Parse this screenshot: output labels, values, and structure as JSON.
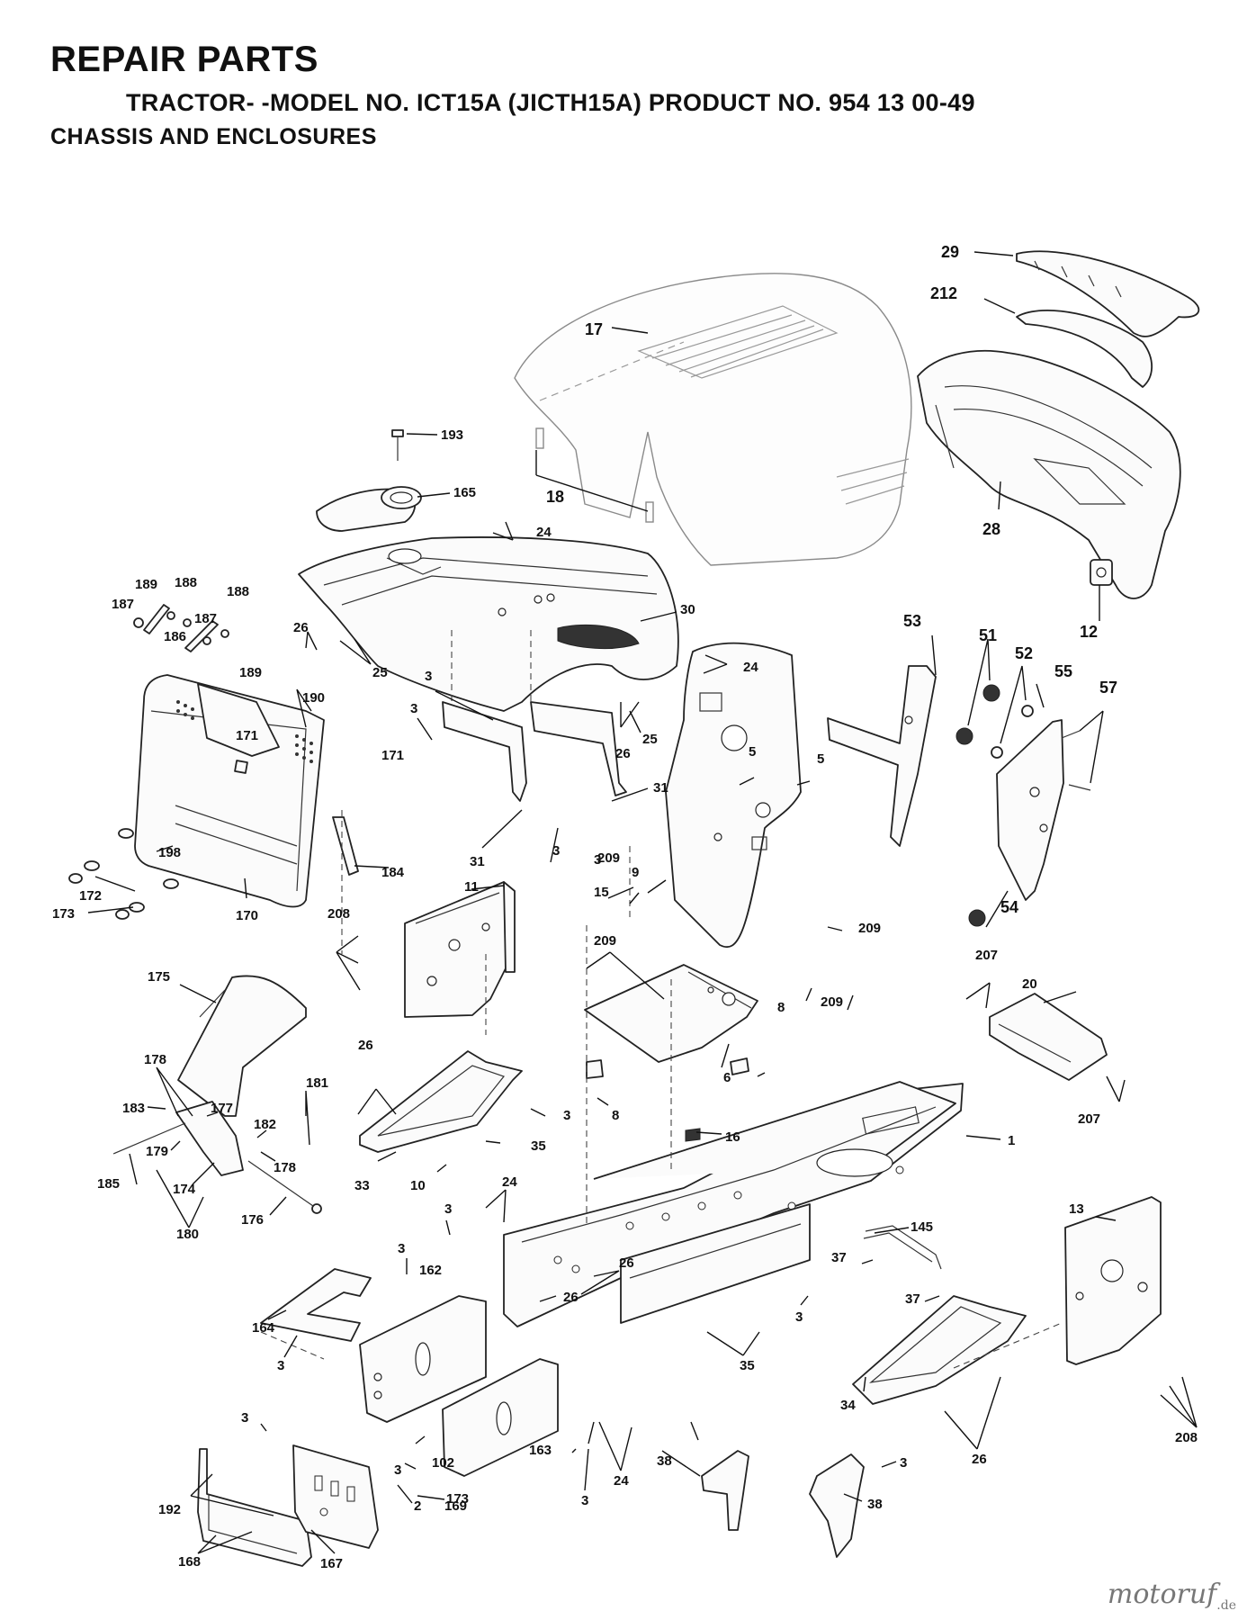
{
  "header": {
    "title": "REPAIR PARTS",
    "subtitle": "TRACTOR- -MODEL NO. ICT15A (JICTH15A) PRODUCT NO. 954 13 00-49",
    "section": "CHASSIS AND ENCLOSURES"
  },
  "watermark": {
    "brand": "motoruf",
    "tld": ".de"
  },
  "callouts": {
    "c29": "29",
    "c212": "212",
    "c17": "17",
    "c18": "18",
    "c28": "28",
    "c12": "12",
    "c193": "193",
    "c165": "165",
    "c24a": "24",
    "c30": "30",
    "c24b": "24",
    "c189a": "189",
    "c188a": "188",
    "c187a": "187",
    "c188b": "188",
    "c187b": "187",
    "c186": "186",
    "c189b": "189",
    "c26a": "26",
    "c25a": "25",
    "c190": "190",
    "c171a": "171",
    "c171b": "171",
    "c3a": "3",
    "c3b": "3",
    "c26b": "26",
    "c25b": "25",
    "c31a": "31",
    "c31b": "31",
    "c3c": "3",
    "c3d": "3",
    "c198": "198",
    "c172": "172",
    "c173a": "173",
    "c170": "170",
    "c184": "184",
    "c53": "53",
    "c51": "51",
    "c52": "52",
    "c55": "55",
    "c57": "57",
    "c54": "54",
    "c5a": "5",
    "c5b": "5",
    "c209a": "209",
    "c9": "9",
    "c15": "15",
    "c209b": "209",
    "c11": "11",
    "c208a": "208",
    "c209c": "209",
    "c209d": "209",
    "c8a": "8",
    "c6": "6",
    "c8b": "8",
    "c16": "16",
    "c207a": "207",
    "c20": "20",
    "c207b": "207",
    "c1": "1",
    "c175": "175",
    "c178a": "178",
    "c181": "181",
    "c183": "183",
    "c177": "177",
    "c182": "182",
    "c179": "179",
    "c178b": "178",
    "c185": "185",
    "c174": "174",
    "c176": "176",
    "c180": "180",
    "c26c": "26",
    "c3e": "3",
    "c35a": "35",
    "c33": "33",
    "c10": "10",
    "c24c": "24",
    "c3f": "3",
    "c13": "13",
    "c145": "145",
    "c37a": "37",
    "c37b": "37",
    "c3g": "3",
    "c162": "162",
    "c164": "164",
    "c3h": "3",
    "c26d": "26",
    "c26e": "26",
    "c35b": "35",
    "c34": "34",
    "c208b": "208",
    "c26f": "26",
    "c3i": "3",
    "c3j": "3",
    "c102": "102",
    "c173b": "173",
    "c163": "163",
    "c3k": "3",
    "c24d": "24",
    "c3l": "3",
    "c38a": "38",
    "c3m": "3",
    "c38b": "38",
    "c192": "192",
    "c2": "2",
    "c169": "169",
    "c168": "168",
    "c167": "167"
  }
}
